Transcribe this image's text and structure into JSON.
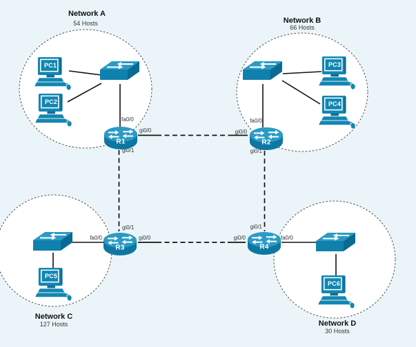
{
  "diagram": {
    "networks": [
      {
        "name": "Network A",
        "hosts": "54 Hosts"
      },
      {
        "name": "Network B",
        "hosts": "66 Hosts"
      },
      {
        "name": "Network C",
        "hosts": "127 Hosts"
      },
      {
        "name": "Network D",
        "hosts": "30 Hosts"
      }
    ],
    "routers": [
      {
        "label": "R1",
        "ifaces": {
          "lan": "fa0/0",
          "wan_h": "gi0/0",
          "wan_v": "gi0/1"
        }
      },
      {
        "label": "R2",
        "ifaces": {
          "lan": "fa0/0",
          "wan_h": "gi0/0",
          "wan_v": "gi0/1"
        }
      },
      {
        "label": "R3",
        "ifaces": {
          "lan": "fa0/0",
          "wan_h": "gi0/0",
          "wan_v": "gi0/1"
        }
      },
      {
        "label": "R4",
        "ifaces": {
          "lan": "fa0/0",
          "wan_h": "gi0/0",
          "wan_v": "gi0/1"
        }
      }
    ],
    "pcs": [
      {
        "label": "PC1"
      },
      {
        "label": "PC2"
      },
      {
        "label": "PC3"
      },
      {
        "label": "PC4"
      },
      {
        "label": "PC5"
      },
      {
        "label": "PC6"
      }
    ],
    "icons": {
      "router": "router-icon",
      "switch": "switch-icon",
      "pc": "pc-icon"
    },
    "colors": {
      "background": "#ebf5f9",
      "network_fill": "#ffffff",
      "boundary_stroke": "#4a4a4a",
      "device_primary": "#1080ac",
      "device_light": "#2a9bc4",
      "device_dark": "#0a6a94",
      "link": "#111111",
      "text": "#1a1a1a"
    }
  }
}
